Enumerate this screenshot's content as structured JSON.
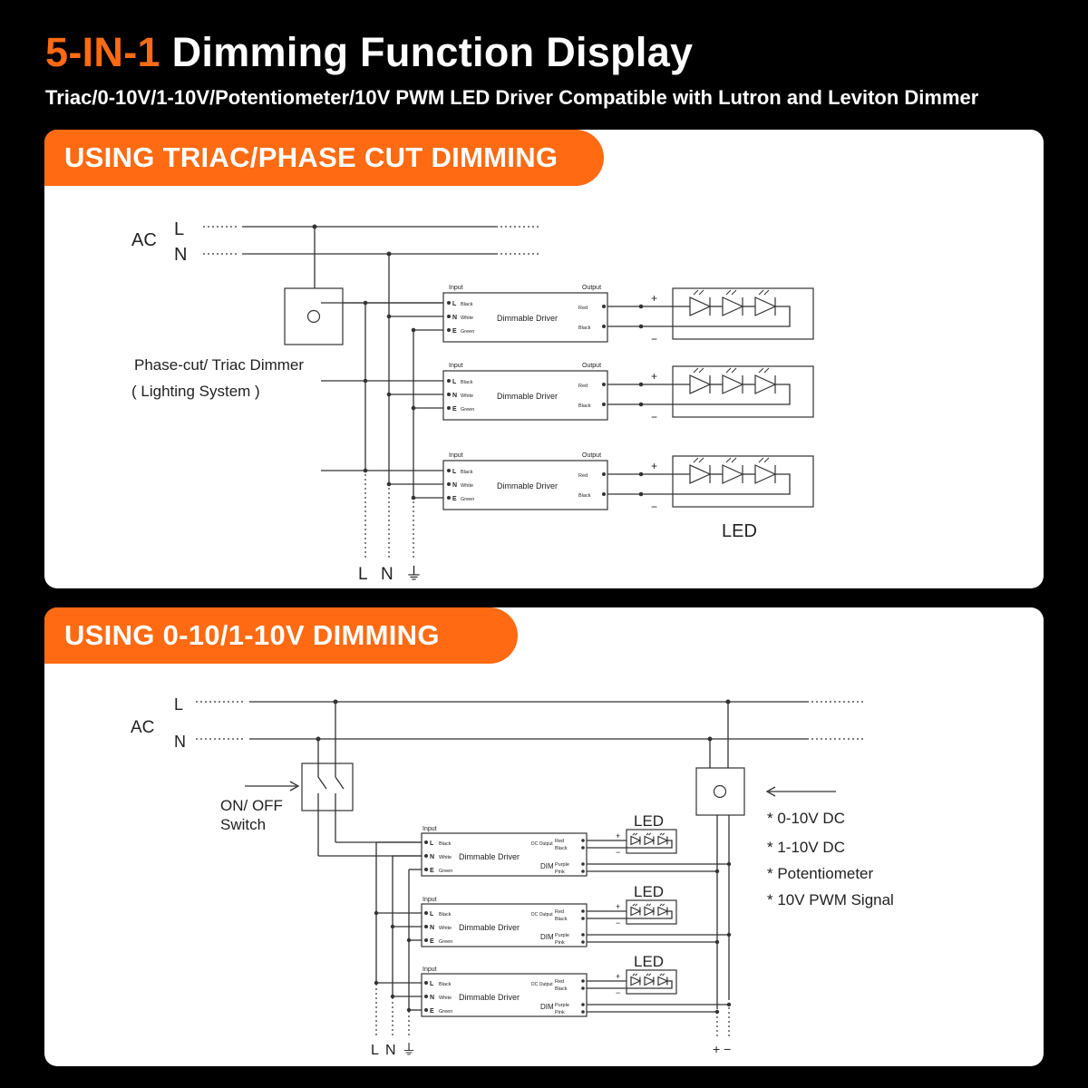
{
  "header": {
    "title_accent": "5-IN-1",
    "title_rest": " Dimming Function Display",
    "subtitle": "Triac/0-10V/1-10V/Potentiometer/10V PWM LED Driver Compatible with Lutron and Leviton Dimmer"
  },
  "section1": {
    "tab": "USING TRIAC/PHASE CUT DIMMING",
    "ac": "AC",
    "l": "L",
    "n": "N",
    "dimmer_line1": "Phase-cut/ Triac Dimmer",
    "dimmer_line2": "( Lighting System )",
    "driver_name": "Dimmable Driver",
    "input": "Input",
    "output": "Output",
    "black": "Black",
    "white": "White",
    "green": "Green",
    "red": "Red",
    "pin_l": "L",
    "pin_n": "N",
    "pin_e": "E",
    "plus": "+",
    "minus": "−",
    "led": "LED",
    "ground_symbol": "⏚"
  },
  "section2": {
    "tab": "USING 0-10/1-10V DIMMING",
    "ac": "AC",
    "l": "L",
    "n": "N",
    "switch_line1": "ON/ OFF",
    "switch_line2": "Switch",
    "driver_name": "Dimmable Driver",
    "input": "Input",
    "dc_output": "DC Output",
    "dim": "DIM",
    "black": "Black",
    "white": "White",
    "green": "Green",
    "red": "Red",
    "purple": "Purple",
    "pink": "Pink",
    "pin_l": "L",
    "pin_n": "N",
    "pin_e": "E",
    "plus": "+",
    "minus": "−",
    "led": "LED",
    "ground_symbol": "⏚",
    "signals": [
      "* 0-10V DC",
      "* 1-10V DC",
      "* Potentiometer",
      "* 10V PWM Signal"
    ],
    "bottom_pm": "+ −"
  },
  "colors": {
    "accent": "#ff6a13",
    "background": "#000000",
    "panel": "#ffffff"
  }
}
